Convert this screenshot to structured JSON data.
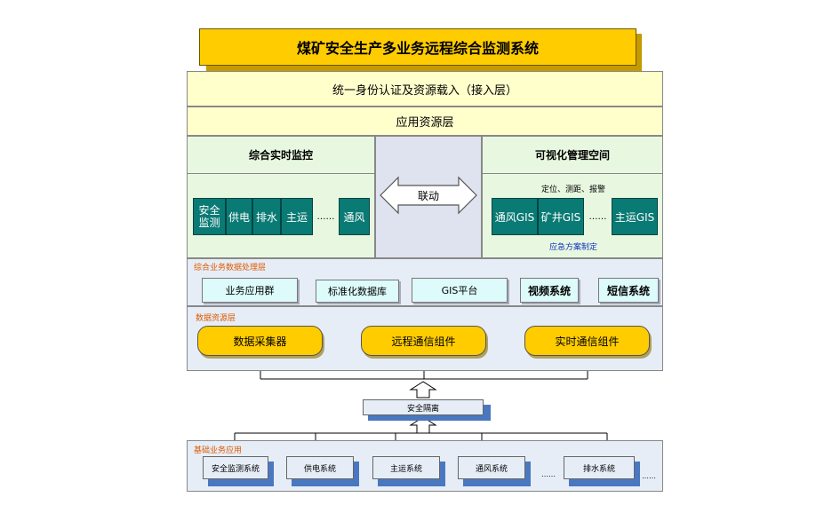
{
  "title": "煤矿安全生产多业务远程综合监测系统",
  "layers": {
    "access": "统一身份认证及资源载入（接入层）",
    "resource": "应用资源层"
  },
  "left_panel": {
    "heading": "综合实时监控",
    "modules": [
      {
        "line1": "安全",
        "line2": "监测"
      },
      {
        "label": "供电"
      },
      {
        "label": "排水"
      },
      {
        "label": "主运"
      },
      {
        "label": "通风"
      }
    ],
    "ellipsis": "……"
  },
  "middle": {
    "link_label": "联动"
  },
  "right_panel": {
    "heading": "可视化管理空间",
    "subtitle": "定位、测距、报警",
    "gis_items": [
      "通风GIS",
      "矿井GIS",
      "主运GIS"
    ],
    "ellipsis": "……",
    "footer": "应急方案制定"
  },
  "processing_layer": {
    "label": "综合业务数据处理层",
    "items": [
      "业务应用群",
      "标准化数据库",
      "GIS平台",
      "视频系统",
      "短信系统"
    ]
  },
  "data_layer": {
    "label": "数据资源层",
    "items": [
      "数据采集器",
      "远程通信组件",
      "实时通信组件"
    ]
  },
  "isolation": "安全隔离",
  "base_layer": {
    "label": "基础业务应用",
    "items": [
      "安全监测系统",
      "供电系统",
      "主运系统",
      "通风系统",
      "排水系统"
    ],
    "ellipsis": "……"
  },
  "colors": {
    "title_yellow": "#ffcc00",
    "band_yellow": "#ffffcc",
    "panel_green": "#e8f8e0",
    "teal": "#0a7a74",
    "panel_blue": "#e6edf6",
    "cyan": "#ddfbfb",
    "label_orange": "#e05a00",
    "shadow_blue": "#4a78c0"
  }
}
